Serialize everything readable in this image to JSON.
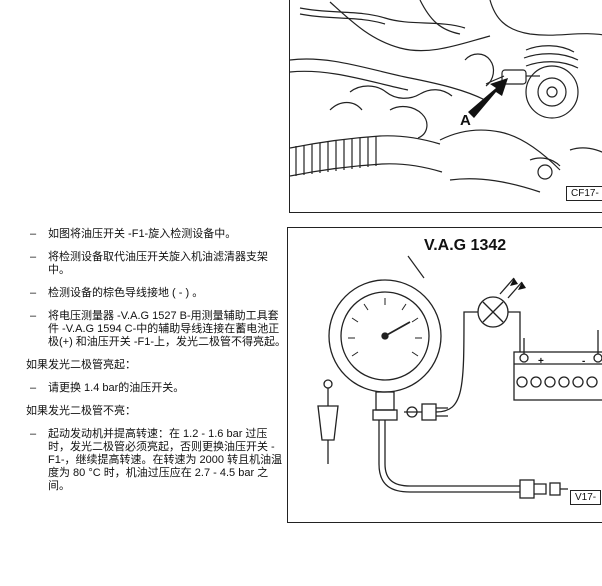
{
  "steps": [
    {
      "dash": "–",
      "text": "如图将油压开关 -F1-旋入检测设备中。"
    },
    {
      "dash": "–",
      "text": "将检测设备取代油压开关旋入机油滤清器支架中。"
    },
    {
      "dash": "–",
      "text": "检测设备的棕色导线接地 ( - ) 。"
    },
    {
      "dash": "–",
      "text": "将电压测量器 -V.A.G 1527 B-用测量辅助工具套件 -V.A.G 1594 C-中的辅助导线连接在蓄电池正极(+) 和油压开关 -F1-上，发光二极管不得亮起。"
    }
  ],
  "condition_on": "如果发光二极管亮起：",
  "step_on": {
    "dash": "–",
    "text": "请更换 1.4 bar的油压开关。"
  },
  "condition_off": "如果发光二极管不亮：",
  "step_off": {
    "dash": "–",
    "text": "起动发动机并提高转速：在 1.2 - 1.6 bar 过压时，发光二极管必须亮起，否则更换油压开关 -F1-，继续提高转速。在转速为 2000 转且机油温度为 80 °C 时，机油过压应在 2.7 - 4.5 bar 之间。"
  },
  "figure_top": {
    "callout": "A",
    "id": "CF17-"
  },
  "figure_bottom": {
    "tool": "V.A.G 1342",
    "id": "V17-",
    "plus": "+",
    "minus": "-"
  }
}
